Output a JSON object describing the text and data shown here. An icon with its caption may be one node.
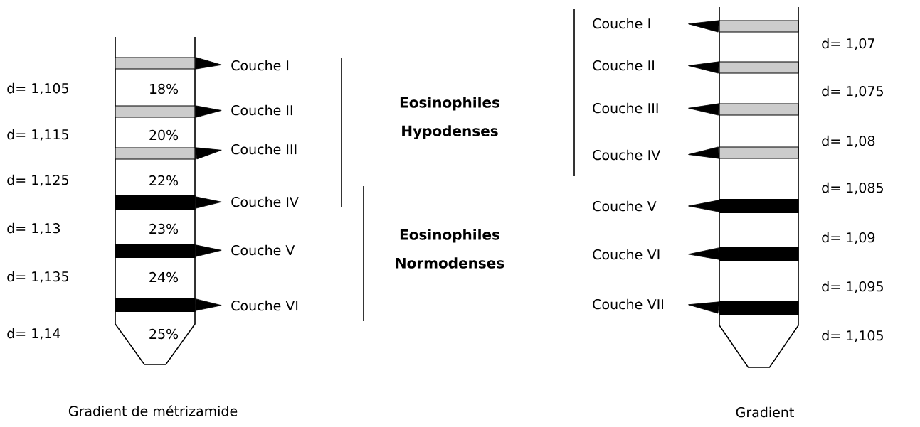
{
  "diagram": {
    "nodes": [
      {
        "text": [],
        "shape": "tube"
      },
      {
        "text": [],
        "shape": "band",
        "in": 0
      },
      {
        "text": [],
        "shape": "band",
        "in": 0
      },
      {
        "text": [],
        "shape": "band",
        "in": 0
      },
      {
        "text": [],
        "shape": "bar",
        "in": 0
      },
      {
        "text": [],
        "shape": "bar",
        "in": 0
      },
      {
        "text": [],
        "shape": "bar",
        "in": 0
      },
      {
        "text": [
          "Couche I"
        ]
      },
      {
        "text": [
          "Couche II"
        ]
      },
      {
        "text": [
          "Couche III"
        ]
      },
      {
        "text": [
          "Couche IV"
        ]
      },
      {
        "text": [
          "Couche V"
        ]
      },
      {
        "text": [
          "Couche VI"
        ]
      },
      {
        "text": [],
        "shape": "tube"
      },
      {
        "text": [],
        "shape": "band",
        "in": 13
      },
      {
        "text": [],
        "shape": "band",
        "in": 13
      },
      {
        "text": [],
        "shape": "band",
        "in": 13
      },
      {
        "text": [],
        "shape": "band",
        "in": 13
      },
      {
        "text": [],
        "shape": "bar",
        "in": 13
      },
      {
        "text": [],
        "shape": "bar",
        "in": 13
      },
      {
        "text": [],
        "shape": "bar",
        "in": 13
      },
      {
        "text": [
          "Couche I"
        ]
      },
      {
        "text": [
          "Couche II"
        ]
      },
      {
        "text": [
          "Couche III"
        ]
      },
      {
        "text": [
          "Couche IV"
        ]
      },
      {
        "text": [
          "Couche V"
        ]
      },
      {
        "text": [
          "Couche VI"
        ]
      },
      {
        "text": [
          "Couche VII"
        ]
      }
    ],
    "edges": [
      {
        "from": 1,
        "to": 7,
        "arrow": "to"
      },
      {
        "from": 2,
        "to": 8,
        "arrow": "to"
      },
      {
        "from": 3,
        "to": 9,
        "arrow": "to"
      },
      {
        "from": 4,
        "to": 10,
        "arrow": "to"
      },
      {
        "from": 5,
        "to": 11,
        "arrow": "to"
      },
      {
        "from": 6,
        "to": 12,
        "arrow": "to"
      },
      {
        "from": 14,
        "to": 21,
        "arrow": "to"
      },
      {
        "from": 15,
        "to": 22,
        "arrow": "to"
      },
      {
        "from": 16,
        "to": 23,
        "arrow": "to"
      },
      {
        "from": 17,
        "to": 24,
        "arrow": "to"
      },
      {
        "from": 18,
        "to": 25,
        "arrow": "to"
      },
      {
        "from": 19,
        "to": 26,
        "arrow": "to"
      },
      {
        "from": 20,
        "to": 27,
        "arrow": "to"
      }
    ],
    "labels": [
      "d= 1,105",
      "d= 1,115",
      "d= 1,125",
      "d= 1,13",
      "d= 1,135",
      "d= 1,14",
      "18%",
      "20%",
      "22%",
      "23%",
      "24%",
      "25%",
      "Eosinophiles Hypodenses",
      "Eosinophiles Normodenses",
      "d= 1,07",
      "d= 1,075",
      "d= 1,08",
      "d= 1,085",
      "d= 1,09",
      "d= 1,095",
      "d= 1,105",
      "Gradient de métrizamide",
      "Gradient"
    ]
  }
}
